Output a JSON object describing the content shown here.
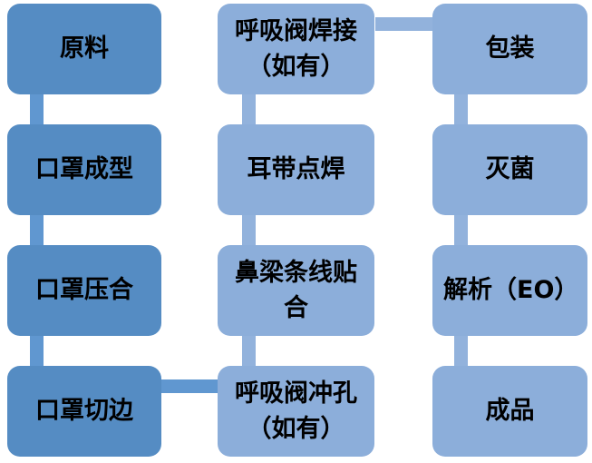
{
  "diagram": {
    "type": "flowchart",
    "subject": "mask production process",
    "background": "#FFFFFF",
    "colors": {
      "primary_box": "#558CC3",
      "primary_connector": "#6097D0",
      "secondary_box": "#8CAEDA",
      "secondary_connector": "#92B2DC",
      "text": "#000000"
    },
    "columns": [
      {
        "name": "left-column",
        "style": "primary",
        "nodes": [
          "原料",
          "口罩成型",
          "口罩压合",
          "口罩切边"
        ]
      },
      {
        "name": "middle-column",
        "style": "secondary",
        "nodes": [
          "呼吸阀焊接（如有）",
          "耳带点焊",
          "鼻梁条线贴合",
          "呼吸阀冲孔（如有）"
        ]
      },
      {
        "name": "right-column",
        "style": "secondary",
        "nodes": [
          "包装",
          "灭菌",
          "解析（EO）",
          "成品"
        ]
      }
    ],
    "connectors": [
      {
        "from": "原料",
        "to": "口罩成型",
        "orientation": "vertical"
      },
      {
        "from": "口罩成型",
        "to": "口罩压合",
        "orientation": "vertical"
      },
      {
        "from": "口罩压合",
        "to": "口罩切边",
        "orientation": "vertical"
      },
      {
        "from": "口罩切边",
        "to": "呼吸阀冲孔（如有）",
        "orientation": "horizontal"
      },
      {
        "from": "呼吸阀冲孔（如有）",
        "to": "鼻梁条线贴合",
        "orientation": "vertical"
      },
      {
        "from": "鼻梁条线贴合",
        "to": "耳带点焊",
        "orientation": "vertical"
      },
      {
        "from": "耳带点焊",
        "to": "呼吸阀焊接（如有）",
        "orientation": "vertical"
      },
      {
        "from": "呼吸阀焊接（如有）",
        "to": "包装",
        "orientation": "horizontal"
      },
      {
        "from": "包装",
        "to": "灭菌",
        "orientation": "vertical"
      },
      {
        "from": "灭菌",
        "to": "解析（EO）",
        "orientation": "vertical"
      },
      {
        "from": "解析（EO）",
        "to": "成品",
        "orientation": "vertical"
      }
    ]
  }
}
